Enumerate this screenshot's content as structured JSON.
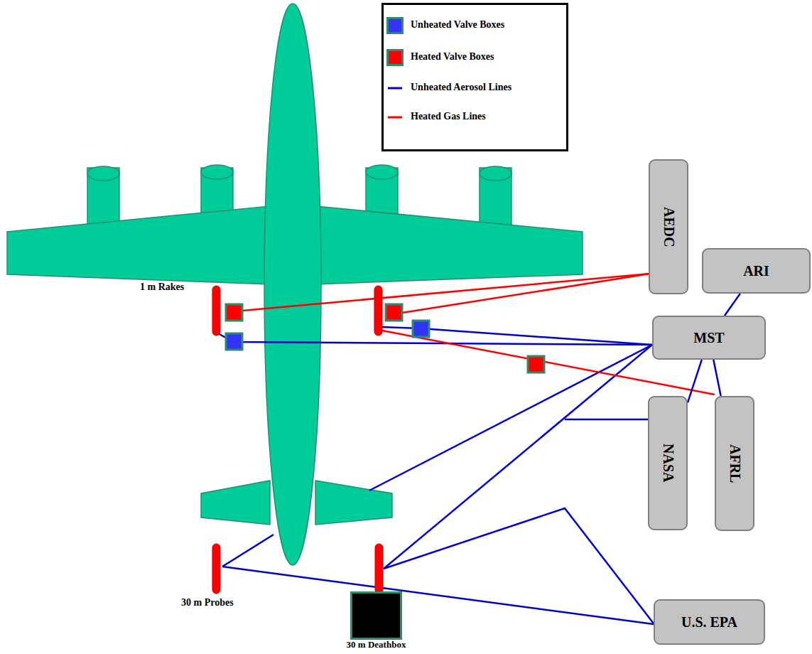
{
  "diagram": {
    "nodes": [
      {
        "text": [
          "AEDC"
        ]
      },
      {
        "text": [
          "ARI"
        ]
      },
      {
        "text": [
          "MST"
        ]
      },
      {
        "text": [
          "NASA"
        ]
      },
      {
        "text": [
          "AFRL"
        ]
      },
      {
        "text": [
          "U.S. EPA"
        ]
      },
      {
        "text": [
          "30 m Deathbox"
        ]
      }
    ],
    "edges": [
      {
        "from": 2,
        "to": 1,
        "arrow": "none"
      },
      {
        "from": 2,
        "to": 3,
        "arrow": "none"
      },
      {
        "from": 2,
        "to": 4,
        "arrow": "none"
      }
    ],
    "labels": [
      "1 m Rakes",
      "30 m Probes"
    ],
    "legend": [
      {
        "text": "Unheated Valve Boxes",
        "color": "#3333ff"
      },
      {
        "text": "Heated Valve Boxes",
        "color": "#ff0000"
      },
      {
        "text": "Unheated Aerosol Lines"
      },
      {
        "text": "Heated Gas Lines"
      }
    ]
  }
}
